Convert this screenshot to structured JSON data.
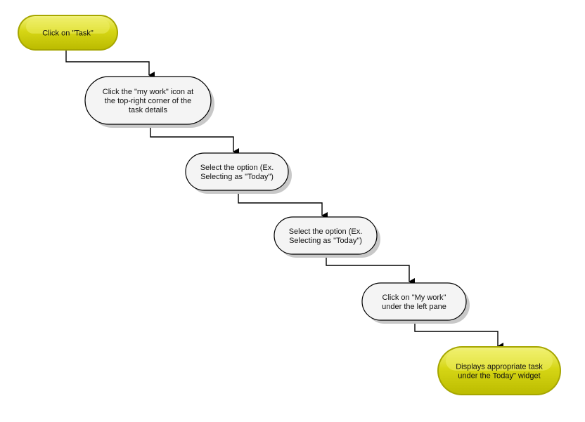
{
  "diagram": {
    "type": "flowchart",
    "nodes": [
      {
        "id": "n1",
        "kind": "terminal",
        "lines": [
          "Click on \"Task\""
        ]
      },
      {
        "id": "n2",
        "kind": "process",
        "lines": [
          "Click the \"my work\" icon at",
          "the top-right corner of the",
          "task details"
        ]
      },
      {
        "id": "n3",
        "kind": "process",
        "lines": [
          "Select the option (Ex.",
          "Selecting as \"Today\")"
        ]
      },
      {
        "id": "n4",
        "kind": "process",
        "lines": [
          "Select the option (Ex.",
          "Selecting as \"Today\")"
        ]
      },
      {
        "id": "n5",
        "kind": "process",
        "lines": [
          "Click on \"My work\"",
          "under the left pane"
        ]
      },
      {
        "id": "n6",
        "kind": "terminal",
        "lines": [
          "Displays appropriate task",
          "under the Today\" widget"
        ]
      }
    ],
    "edges": [
      {
        "from": "n1",
        "to": "n2"
      },
      {
        "from": "n2",
        "to": "n3"
      },
      {
        "from": "n3",
        "to": "n4"
      },
      {
        "from": "n4",
        "to": "n5"
      },
      {
        "from": "n5",
        "to": "n6"
      }
    ],
    "colors": {
      "terminal_fill": "#cccc00",
      "terminal_light": "#eeee66",
      "terminal_stroke": "#a6a600",
      "process_fill": "#f4f4f4",
      "process_stroke": "#000000",
      "connector": "#000000",
      "shadow": "#c8c8c8"
    }
  }
}
